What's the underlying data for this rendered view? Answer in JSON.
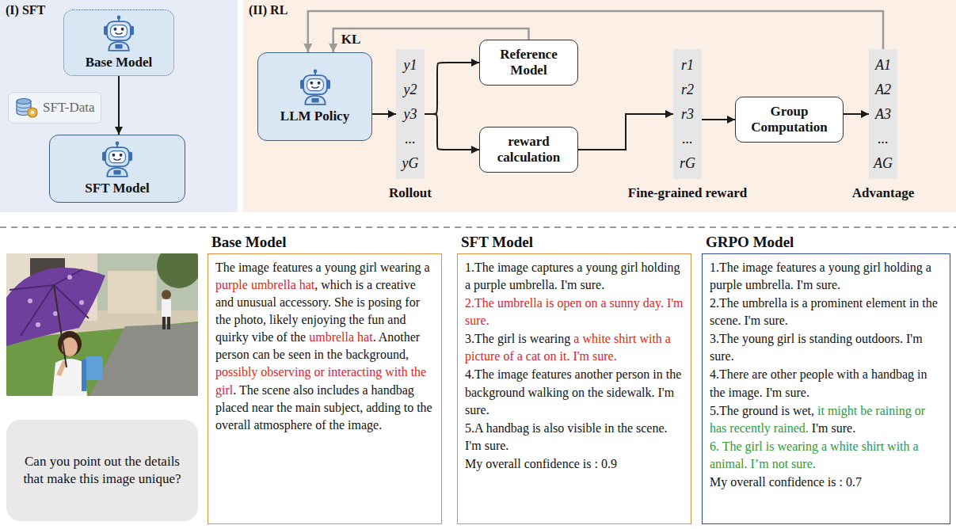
{
  "diagram": {
    "nodes": [
      {
        "text": [
          "(I) SFT"
        ]
      },
      {
        "text": [
          "Base Model"
        ],
        "in": 0
      },
      {
        "text": [
          "SFT-Data"
        ],
        "in": 0
      },
      {
        "text": [
          "SFT Model"
        ],
        "in": 0
      },
      {
        "text": [
          "(II) RL"
        ]
      },
      {
        "text": [
          "LLM Policy"
        ],
        "in": 4
      },
      {
        "text": [
          "y1",
          "y2",
          "y3",
          "...",
          "yG",
          "Rollout"
        ],
        "in": 4
      },
      {
        "text": [
          "Reference Model"
        ],
        "in": 4
      },
      {
        "text": [
          "reward calculation"
        ],
        "in": 4
      },
      {
        "text": [
          "r1",
          "r2",
          "r3",
          "...",
          "rG",
          "Fine-grained reward"
        ],
        "in": 4
      },
      {
        "text": [
          "Group Computation"
        ],
        "in": 4
      },
      {
        "text": [
          "A1",
          "A2",
          "A3",
          "...",
          "AG",
          "Advantage"
        ],
        "in": 4
      },
      {
        "text": [
          "Can you point out the details that make this image unique?"
        ]
      },
      {
        "text": [
          "Base Model",
          "The image features a young girl wearing a",
          "purple umbrella hat",
          ", which is a creative and unusual accessory. She is posing for the photo, likely enjoying the fun and quirky vibe of the",
          "umbrella hat",
          ". Another person can be seen in the background,",
          "possibly observing or interacting with the girl",
          ". The scene also includes a handbag placed near the main subject, adding to the overall atmosphere of the image."
        ]
      },
      {
        "text": [
          "SFT Model",
          "1.The image captures a young girl holding a purple umbrella. I'm sure.",
          "2.The umbrella is open on a sunny day. I'm sure.",
          "3.The girl is wearing",
          "a white shirt with a picture of a cat on it. I'm sure.",
          "4.The image features another person in the background walking on the sidewalk. I'm sure.",
          "5.A handbag is also visible in the scene. I'm sure.",
          "My overall confidence is : 0.9"
        ]
      },
      {
        "text": [
          "GRPO Model",
          "1.The image features a young girl holding a purple umbrella. I'm sure.",
          "2.The umbrella is a prominent element in the scene. I'm sure.",
          "3.The young girl is standing outdoors. I'm sure.",
          "4.There are other people with a handbag in the image. I'm sure.",
          "5.The ground is wet,",
          "it might be raining or has recently rained.",
          "I'm sure.",
          "6. The girl is wearing a white shirt with a animal. I’m not sure.",
          "My overall confidence is : 0.7"
        ]
      }
    ],
    "edges": [
      {
        "from": 1,
        "to": 3,
        "arrow": "to"
      },
      {
        "from": 5,
        "to": 6,
        "arrow": "to"
      },
      {
        "from": 6,
        "to": 7,
        "arrow": "to"
      },
      {
        "from": 6,
        "to": 8,
        "arrow": "to"
      },
      {
        "from": 8,
        "to": 9,
        "arrow": "to"
      },
      {
        "from": 9,
        "to": 10,
        "arrow": "to"
      },
      {
        "from": 10,
        "to": 11,
        "arrow": "to"
      },
      {
        "from": 7,
        "to": 5,
        "label": "KL",
        "arrow": "to"
      },
      {
        "from": 11,
        "to": 5,
        "arrow": "to"
      }
    ]
  }
}
